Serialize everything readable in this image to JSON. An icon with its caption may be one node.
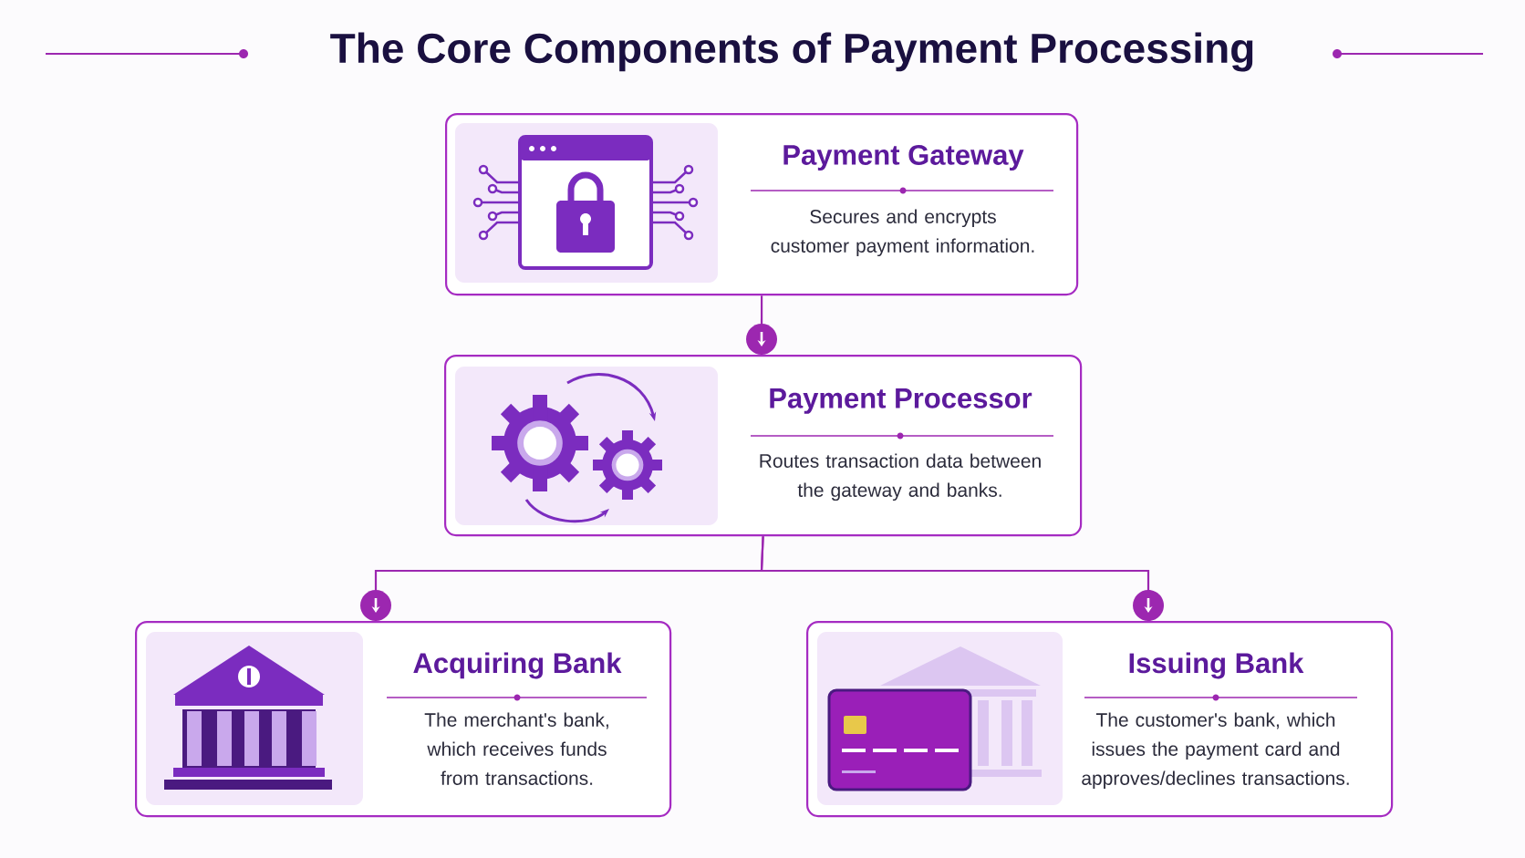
{
  "diagram": {
    "title": "The Core Components of Payment Processing",
    "nodes": [
      {
        "text": [
          "Payment Gateway",
          "Secures and encrypts customer payment information."
        ]
      },
      {
        "text": [
          "Payment Processor",
          "Routes transaction data between the gateway and banks."
        ]
      },
      {
        "text": [
          "Acquiring Bank",
          "The merchant's bank, which receives funds from transactions."
        ]
      },
      {
        "text": [
          "Issuing Bank",
          "The customer's bank, which issues the payment card and approves/declines transactions."
        ]
      }
    ],
    "edges": [
      {
        "from": 0,
        "to": 1,
        "arrow": "to"
      },
      {
        "from": 1,
        "to": 2,
        "arrow": "to"
      },
      {
        "from": 1,
        "to": 3,
        "arrow": "to"
      }
    ]
  }
}
